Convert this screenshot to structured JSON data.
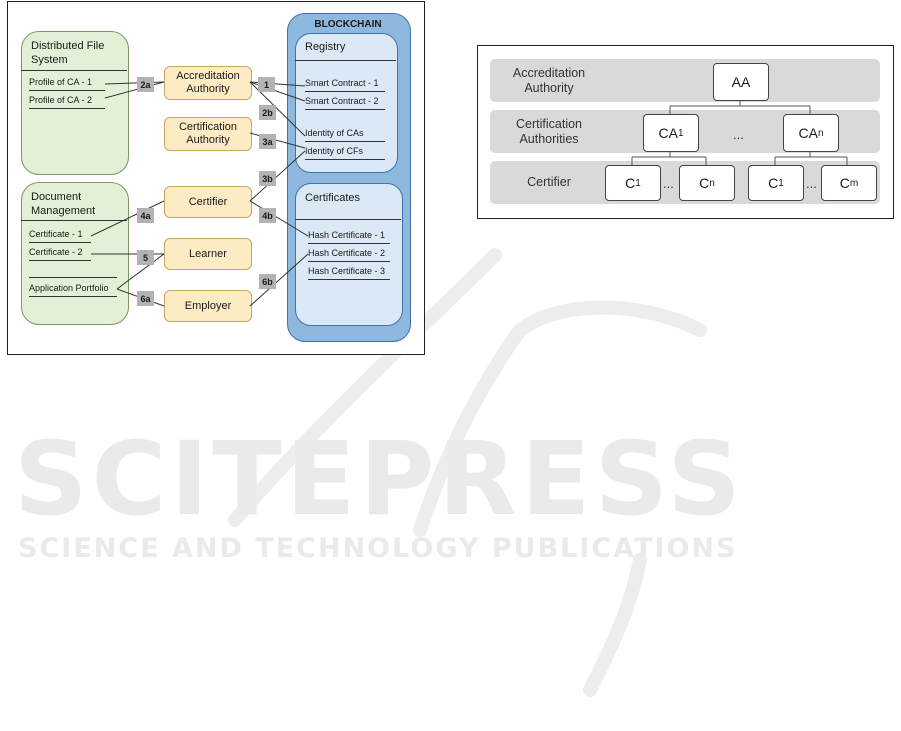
{
  "left_diagram": {
    "blockchain_title": "BLOCKCHAIN",
    "dfs": {
      "title_line1": "Distributed File",
      "title_line2": "System",
      "items": [
        "Profile of CA - 1",
        "Profile of CA - 2"
      ]
    },
    "docmgmt": {
      "title_line1": "Document",
      "title_line2": "Management",
      "items": [
        "Certificate - 1",
        "Certificate - 2",
        "Application Portfolio"
      ]
    },
    "actors": {
      "accreditation_line1": "Accreditation",
      "accreditation_line2": "Authority",
      "certification_line1": "Certification",
      "certification_line2": "Authority",
      "certifier": "Certifier",
      "learner": "Learner",
      "employer": "Employer"
    },
    "registry": {
      "title": "Registry",
      "items": [
        "Smart Contract - 1",
        "Smart Contract - 2",
        "Identity of CAs",
        "Identity of CFs"
      ]
    },
    "certificates": {
      "title": "Certificates",
      "items": [
        "Hash Certificate - 1",
        "Hash Certificate - 2",
        "Hash Certificate - 3"
      ]
    },
    "steps": [
      "2a",
      "1",
      "2b",
      "3a",
      "3b",
      "4a",
      "4b",
      "5",
      "6a",
      "6b"
    ]
  },
  "right_diagram": {
    "rows": {
      "aa_line1": "Accreditation",
      "aa_line2": "Authority",
      "ca_line1": "Certification",
      "ca_line2": "Authorities",
      "certifier": "Certifier"
    },
    "nodes": {
      "aa": "AA",
      "ca_base": "CA",
      "ca_sub_1": "1",
      "ca_sub_n": "n",
      "c_base": "C",
      "c_sub_1": "1",
      "c_sub_n": "n",
      "c_sub_m": "m",
      "ellipsis": "..."
    }
  },
  "watermark": {
    "main": "SCITEPRESS",
    "sub": "SCIENCE AND TECHNOLOGY PUBLICATIONS"
  }
}
